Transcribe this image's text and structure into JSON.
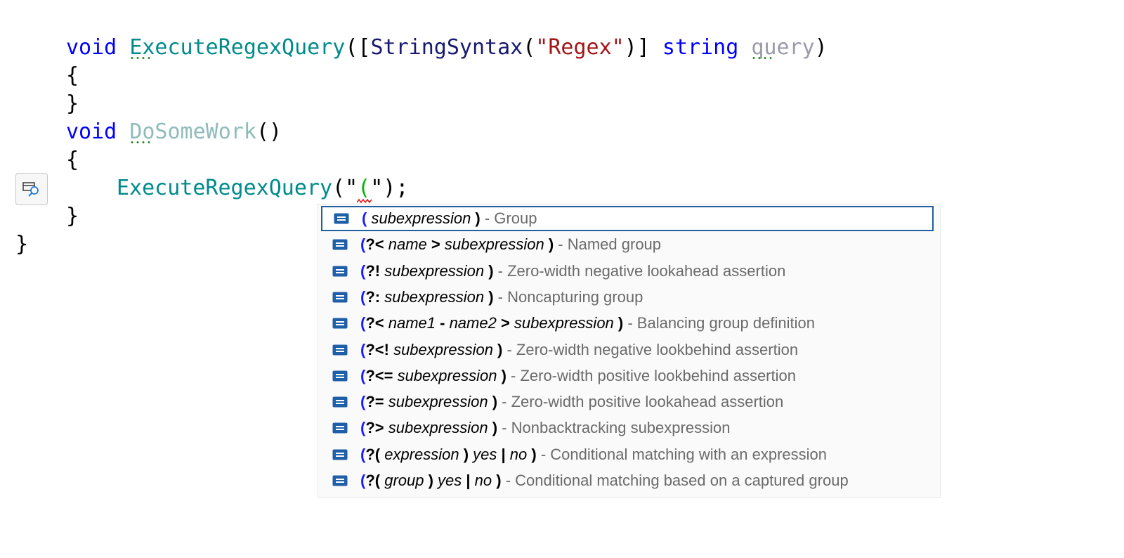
{
  "editor": {
    "line1": {
      "kw_void": "void",
      "method": "ExecuteRegexQuery",
      "open": "([",
      "attr": "StringSyntax",
      "attr_open": "(",
      "attr_arg": "\"Regex\"",
      "attr_close": ")]",
      "kw_string": "string",
      "param": "query",
      "close": ")"
    },
    "line2": "{",
    "line3": "}",
    "line4": {
      "kw_void": "void",
      "method": "DoSomeWork",
      "parens": "()"
    },
    "line5": "{",
    "line6": {
      "method": "ExecuteRegexQuery",
      "open": "(\"",
      "regex_paren": "(",
      "close": "\");"
    },
    "line7": "}",
    "line8": "}"
  },
  "completion": {
    "items": [
      {
        "tokens": [
          {
            "t": "(",
            "s": "bb"
          },
          {
            "t": " subexpression ",
            "s": "i"
          },
          {
            "t": ")",
            "s": "b"
          }
        ],
        "desc": " - Group"
      },
      {
        "tokens": [
          {
            "t": "(",
            "s": "bb"
          },
          {
            "t": "?<",
            "s": "b"
          },
          {
            "t": " name ",
            "s": "i"
          },
          {
            "t": ">",
            "s": "b"
          },
          {
            "t": " subexpression ",
            "s": "i"
          },
          {
            "t": ")",
            "s": "b"
          }
        ],
        "desc": " - Named group"
      },
      {
        "tokens": [
          {
            "t": "(",
            "s": "bb"
          },
          {
            "t": "?!",
            "s": "b"
          },
          {
            "t": " subexpression ",
            "s": "i"
          },
          {
            "t": ")",
            "s": "b"
          }
        ],
        "desc": " - Zero-width negative lookahead assertion"
      },
      {
        "tokens": [
          {
            "t": "(",
            "s": "bb"
          },
          {
            "t": "?:",
            "s": "b"
          },
          {
            "t": " subexpression ",
            "s": "i"
          },
          {
            "t": ")",
            "s": "b"
          }
        ],
        "desc": " - Noncapturing group"
      },
      {
        "tokens": [
          {
            "t": "(",
            "s": "bb"
          },
          {
            "t": "?<",
            "s": "b"
          },
          {
            "t": " name1 ",
            "s": "i"
          },
          {
            "t": "-",
            "s": "b"
          },
          {
            "t": " name2 ",
            "s": "i"
          },
          {
            "t": ">",
            "s": "b"
          },
          {
            "t": " subexpression ",
            "s": "i"
          },
          {
            "t": ")",
            "s": "b"
          }
        ],
        "desc": " - Balancing group definition"
      },
      {
        "tokens": [
          {
            "t": "(",
            "s": "bb"
          },
          {
            "t": "?<!",
            "s": "b"
          },
          {
            "t": " subexpression ",
            "s": "i"
          },
          {
            "t": ")",
            "s": "b"
          }
        ],
        "desc": " - Zero-width negative lookbehind assertion"
      },
      {
        "tokens": [
          {
            "t": "(",
            "s": "bb"
          },
          {
            "t": "?<=",
            "s": "b"
          },
          {
            "t": " subexpression ",
            "s": "i"
          },
          {
            "t": ")",
            "s": "b"
          }
        ],
        "desc": " - Zero-width positive lookbehind assertion"
      },
      {
        "tokens": [
          {
            "t": "(",
            "s": "bb"
          },
          {
            "t": "?=",
            "s": "b"
          },
          {
            "t": " subexpression ",
            "s": "i"
          },
          {
            "t": ")",
            "s": "b"
          }
        ],
        "desc": " - Zero-width positive lookahead assertion"
      },
      {
        "tokens": [
          {
            "t": "(",
            "s": "bb"
          },
          {
            "t": "?>",
            "s": "b"
          },
          {
            "t": " subexpression ",
            "s": "i"
          },
          {
            "t": ")",
            "s": "b"
          }
        ],
        "desc": " - Nonbacktracking subexpression"
      },
      {
        "tokens": [
          {
            "t": "(",
            "s": "bb"
          },
          {
            "t": "?(",
            "s": "b"
          },
          {
            "t": " expression ",
            "s": "i"
          },
          {
            "t": ")",
            "s": "b"
          },
          {
            "t": " yes ",
            "s": "i"
          },
          {
            "t": "|",
            "s": "b"
          },
          {
            "t": " no ",
            "s": "i"
          },
          {
            "t": ")",
            "s": "b"
          }
        ],
        "desc": " - Conditional matching with an expression"
      },
      {
        "tokens": [
          {
            "t": "(",
            "s": "bb"
          },
          {
            "t": "?(",
            "s": "b"
          },
          {
            "t": " group ",
            "s": "i"
          },
          {
            "t": ")",
            "s": "b"
          },
          {
            "t": " yes ",
            "s": "i"
          },
          {
            "t": "|",
            "s": "b"
          },
          {
            "t": " no ",
            "s": "i"
          },
          {
            "t": ")",
            "s": "b"
          }
        ],
        "desc": " - Conditional matching based on a captured group"
      }
    ],
    "selected_index": 0,
    "icon": "enum-member-icon"
  },
  "lightbulb": {
    "icon": "quick-actions-icon"
  },
  "colors": {
    "keyword": "#0000ff",
    "method": "#008b8b",
    "type": "#191970",
    "string": "#a31515",
    "selection_border": "#1f5f9f",
    "icon_blue": "#1f5fa8"
  }
}
